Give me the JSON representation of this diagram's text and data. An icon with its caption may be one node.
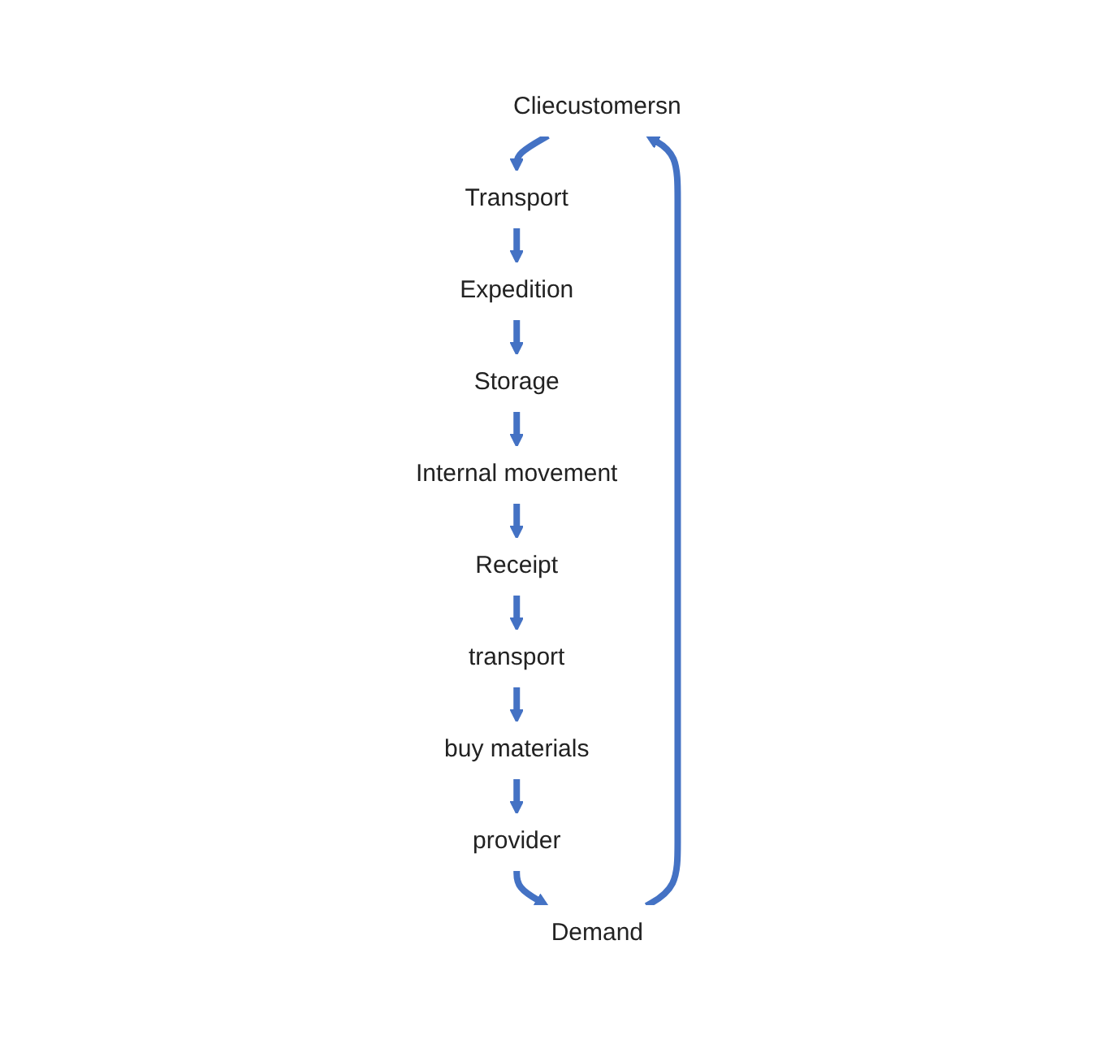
{
  "diagram": {
    "nodes": [
      {
        "text": [
          "Cliecustomersn"
        ]
      },
      {
        "text": [
          "Transport"
        ]
      },
      {
        "text": [
          "Demand"
        ]
      },
      {
        "text": [
          "Expedition"
        ]
      },
      {
        "text": [
          "provider"
        ]
      },
      {
        "text": [
          "Storage"
        ]
      },
      {
        "text": [
          "buy materials"
        ]
      },
      {
        "text": [
          "Internal movement"
        ]
      },
      {
        "text": [
          "transport"
        ]
      },
      {
        "text": [
          "Receipt"
        ]
      }
    ],
    "edges": [
      {
        "from": 0,
        "to": 1,
        "arrow": "to"
      },
      {
        "from": 1,
        "to": 3,
        "arrow": "to"
      },
      {
        "from": 3,
        "to": 5,
        "arrow": "to"
      },
      {
        "from": 5,
        "to": 7,
        "arrow": "to"
      },
      {
        "from": 7,
        "to": 9,
        "arrow": "to"
      },
      {
        "from": 9,
        "to": 8,
        "arrow": "to"
      },
      {
        "from": 8,
        "to": 6,
        "arrow": "to"
      },
      {
        "from": 6,
        "to": 4,
        "arrow": "to"
      },
      {
        "from": 4,
        "to": 2,
        "arrow": "to"
      },
      {
        "from": 2,
        "to": 0,
        "arrow": "to"
      }
    ]
  }
}
